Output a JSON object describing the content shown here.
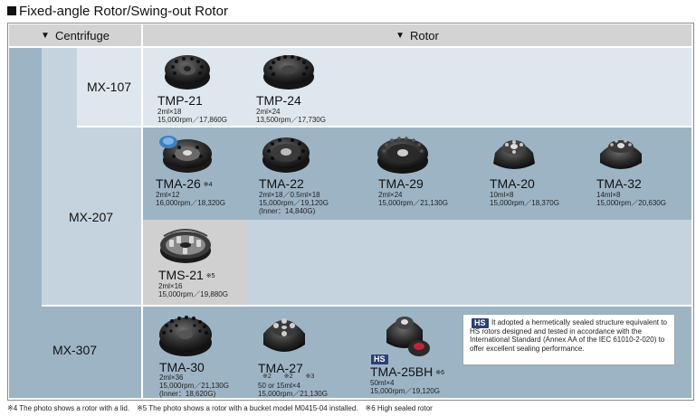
{
  "title": "Fixed-angle Rotor/Swing-out Rotor",
  "headers": {
    "centrifuge": "Centrifuge",
    "rotor": "Rotor"
  },
  "models": {
    "mx107": "MX-107",
    "mx207": "MX-207",
    "mx307": "MX-307"
  },
  "rotors": {
    "tmp21": {
      "name": "TMP-21",
      "lines": [
        "2ml×18",
        "15,000rpm／17,860G"
      ]
    },
    "tmp24": {
      "name": "TMP-24",
      "lines": [
        "2ml×24",
        "13,500rpm／17,730G"
      ]
    },
    "tma26": {
      "name": "TMA-26",
      "note": "※4",
      "lines": [
        "2ml×12",
        "16,000rpm／18,320G"
      ]
    },
    "tma22": {
      "name": "TMA-22",
      "lines": [
        "2ml×18／0.5ml×18",
        "15,000rpm／19,120G",
        "(Inner：14,840G)"
      ]
    },
    "tma29": {
      "name": "TMA-29",
      "lines": [
        "2ml×24",
        "15,000rpm／21,130G"
      ]
    },
    "tma20": {
      "name": "TMA-20",
      "lines": [
        "10ml×8",
        "15,000rpm／18,370G"
      ]
    },
    "tma32": {
      "name": "TMA-32",
      "lines": [
        "14ml×8",
        "15,000rpm／20,630G"
      ]
    },
    "tms21": {
      "name": "TMS-21",
      "note": "※5",
      "lines": [
        "2ml×16",
        "15,000rpm／19,880G"
      ]
    },
    "tma30": {
      "name": "TMA-30",
      "lines": [
        "2ml×36",
        "15,000rpm／21,130G",
        "(Inner：18,620G)"
      ]
    },
    "tma27": {
      "name": "TMA-27",
      "sub_notes": "※2　　※2　　※3",
      "lines": [
        "50 or 15ml×4",
        "15,000rpm／21,130G"
      ]
    },
    "tma25bh": {
      "name": "TMA-25BH",
      "note": "※6",
      "badge": "HS",
      "lines": [
        "50ml×4",
        "15,000rpm／19,120G"
      ]
    }
  },
  "hs_info": {
    "badge": "HS",
    "text": "It adopted a hermetically sealed structure equivalent to HS rotors designed and tested in accordance with the International Standard (Annex AA of the IEC 61010-2-020) to offer excellent sealing performance."
  },
  "footer": "※4 The photo shows a rotor with a lid.　※5 The photo shows a rotor with a bucket model M0415-04 installed.　※6 High sealed rotor",
  "colors": {
    "row_bg": "#9db4c5",
    "mid_bg": "#c5d3df",
    "light_bg": "#dfe7ee",
    "header_bg": "#d3d3d3",
    "hs_badge": "#2b3f78"
  }
}
